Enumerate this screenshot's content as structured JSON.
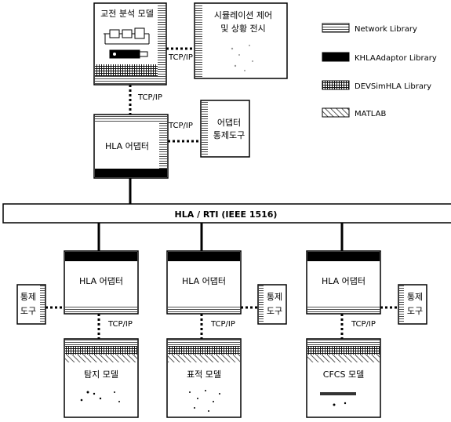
{
  "boxes": {
    "engagement": {
      "label": "교전 분석 모델"
    },
    "sim_control": {
      "label_line1": "시뮬레이션 제어",
      "label_line2": "및 상황 전시"
    },
    "top_adapter": {
      "label": "HLA 어댑터"
    },
    "top_control": {
      "label_line1": "어댑터",
      "label_line2": "통제도구"
    },
    "adapter1": {
      "label": "HLA 어댑터"
    },
    "adapter2": {
      "label": "HLA 어댑터"
    },
    "adapter3": {
      "label": "HLA 어댑터"
    },
    "control1": {
      "label_line1": "통제",
      "label_line2": "도구"
    },
    "control2": {
      "label_line1": "통제",
      "label_line2": "도구"
    },
    "control3": {
      "label_line1": "통제",
      "label_line2": "도구"
    },
    "model1": {
      "label": "탐지 모델"
    },
    "model2": {
      "label": "표적 모델"
    },
    "model3": {
      "label": "CFCS 모델"
    }
  },
  "bus": {
    "label": "HLA / RTI (IEEE 1516)"
  },
  "connections": {
    "tcpip_1": "TCP/IP",
    "tcpip_2": "TCP/IP",
    "tcpip_3": "TCP/IP",
    "tcpip_4": "TCP/IP",
    "tcpip_5": "TCP/IP",
    "tcpip_6": "TCP/IP"
  },
  "legend": [
    {
      "label": "Network Library",
      "pattern": "horizontal-lines"
    },
    {
      "label": "KHLAAdaptor Library",
      "pattern": "solid-black"
    },
    {
      "label": "DEVSimHLA Library",
      "pattern": "grid"
    },
    {
      "label": "MATLAB",
      "pattern": "diagonal-hatch"
    }
  ]
}
